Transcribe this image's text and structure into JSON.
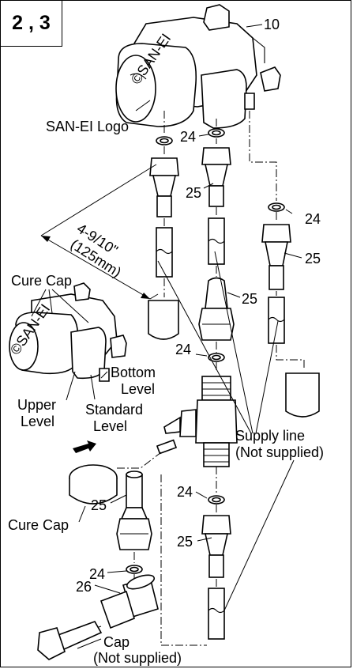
{
  "step_label": "2 , 3",
  "labels": {
    "part_10": "10",
    "sanei_logo": "SAN-EI Logo",
    "part_24": "24",
    "part_25": "25",
    "part_26": "26",
    "dimension_in": "4-9/10\"",
    "dimension_mm": "(125mm)",
    "cure_cap": "Cure Cap",
    "bottom_level": [
      "Bottom",
      "Level"
    ],
    "upper_level": [
      "Upper",
      "Level"
    ],
    "standard_level": [
      "Standard",
      "Level"
    ],
    "supply_line": [
      "Supply line",
      "(Not supplied)"
    ],
    "cap": [
      "Cap",
      "(Not supplied)"
    ]
  },
  "logo_mark": "©SAN-EI"
}
